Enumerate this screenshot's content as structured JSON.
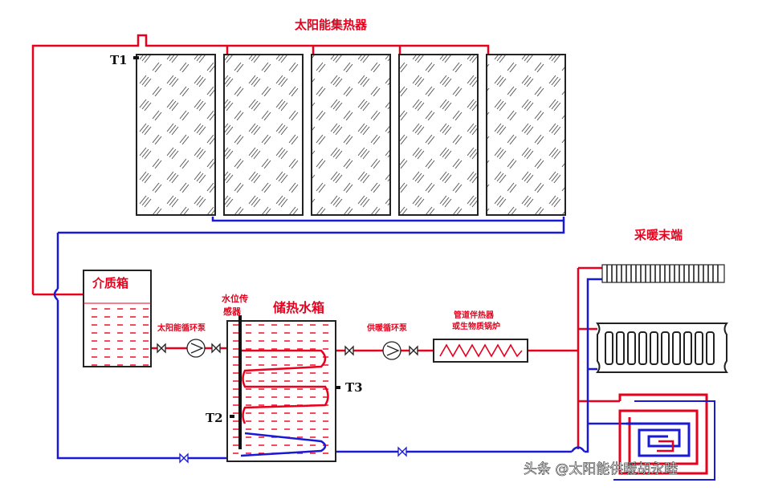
{
  "labels": {
    "collector_title": "太阳能集热器",
    "sensor_t1": "T1",
    "sensor_t2": "T2",
    "sensor_t3": "T3",
    "medium_tank": "介质箱",
    "storage_tank": "储热水箱",
    "level_sensor_line1": "水位传",
    "level_sensor_line2": "感器",
    "solar_pump": "太阳能循环泵",
    "heating_pump": "供暖循环泵",
    "aux_heater_line1": "管道伴热器",
    "aux_heater_line2": "或生物质锅炉",
    "heating_end": "采暖末端",
    "watermark": "头条 @太阳能供暖胡永睦"
  },
  "colors": {
    "hot_pipe": "#e8001c",
    "cold_pipe": "#1a1ad6",
    "outline": "#222222",
    "hatch": "#555555",
    "dash_fill": "#e8001c"
  }
}
